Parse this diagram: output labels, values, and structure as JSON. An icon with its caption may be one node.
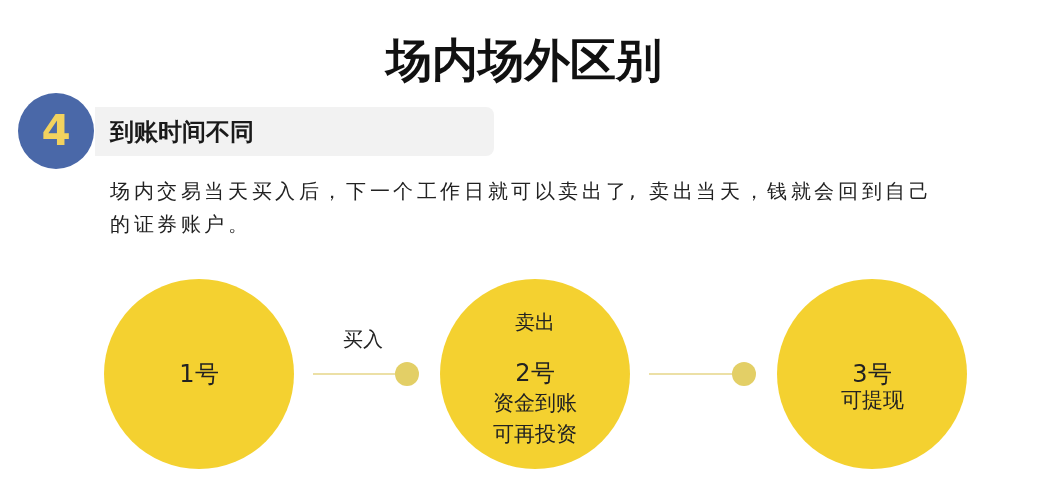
{
  "diagram": {
    "title": "场内场外区别",
    "nodes": [
      {
        "text": [
          "4"
        ]
      },
      {
        "text": [
          "到账时间不同"
        ]
      },
      {
        "text": [
          "1号"
        ]
      },
      {
        "text": [
          "卖出",
          "2号",
          "资金到账",
          "可再投资"
        ]
      },
      {
        "text": [
          "3号",
          "可提现"
        ]
      }
    ],
    "edges": [
      {
        "from": 2,
        "to": 3,
        "arrow": "other",
        "label": "买入"
      },
      {
        "from": 3,
        "to": 4,
        "arrow": "other"
      }
    ],
    "labels": [
      "场内交易当天买入后，下一个工作日就可以卖出了, 卖出当天，钱就会回到自己的证券账户。"
    ]
  }
}
